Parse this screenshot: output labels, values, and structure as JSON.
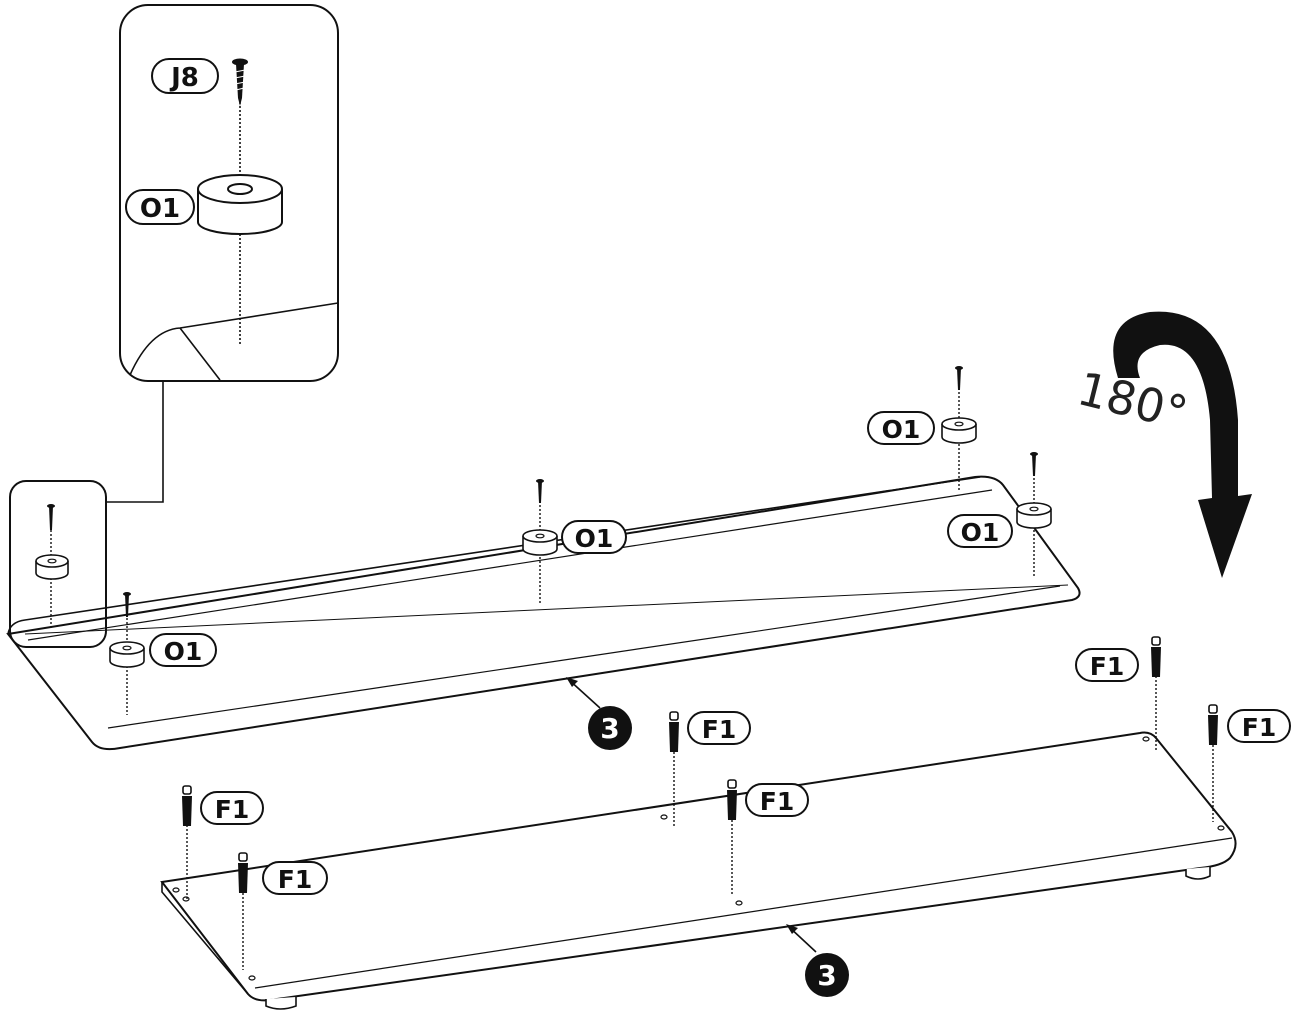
{
  "diagram": {
    "parts": {
      "screw": "J8",
      "foot_pad": "O1",
      "cam_bolt": "F1",
      "panel": "3"
    },
    "rotation_label": "180°",
    "icons": {
      "rotation_arrow": "curved-arrow-icon",
      "panel_pointer": "arrow-icon"
    }
  }
}
